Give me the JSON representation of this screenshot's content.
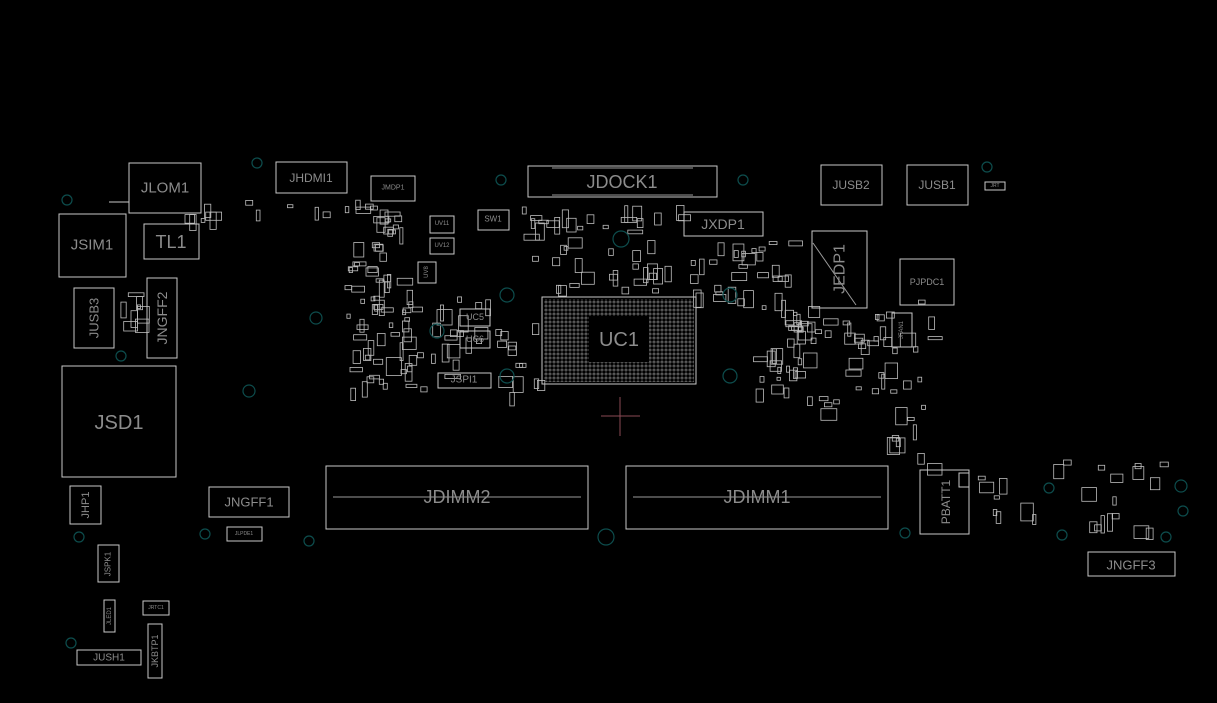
{
  "board": {
    "background": "#000000",
    "outline_color": "#c8c8c8",
    "label_color": "#8c8c8c",
    "hole_color": "#0d4d4d",
    "cursor_color": "#8a4a55"
  },
  "components": {
    "jlom1": "JLOM1",
    "jsim1": "JSIM1",
    "tl1": "TL1",
    "jusb3": "JUSB3",
    "jngff2": "JNGFF2",
    "jsd1": "JSD1",
    "jhp1": "JHP1",
    "jspk1": "JSPK1",
    "jled1": "JLED1",
    "jrtc1": "JRTC1",
    "jkbtp1": "JKBTP1",
    "jush1": "JUSH1",
    "jngff1": "JNGFF1",
    "jlpde1": "JLPDE1",
    "jhdmi1": "JHDMI1",
    "jmdp1": "JMDP1",
    "uv11": "UV11",
    "uv12": "UV12",
    "uv8": "UV8",
    "sw1": "SW1",
    "uc5": "UC5",
    "uc6": "UC6",
    "jspi1": "JSPI1",
    "jdock1": "JDOCK1",
    "jxdp1": "JXDP1",
    "uc1": "UC1",
    "jedp1": "JEDP1",
    "jusb2": "JUSB2",
    "jusb1": "JUSB1",
    "jrt": "JRT",
    "pjpdc1": "PJPDC1",
    "jfan1": "JFAN1",
    "pbatt1": "PBATT1",
    "jdimm2": "JDIMM2",
    "jdimm1": "JDIMM1",
    "jngff3": "JNGFF3"
  }
}
